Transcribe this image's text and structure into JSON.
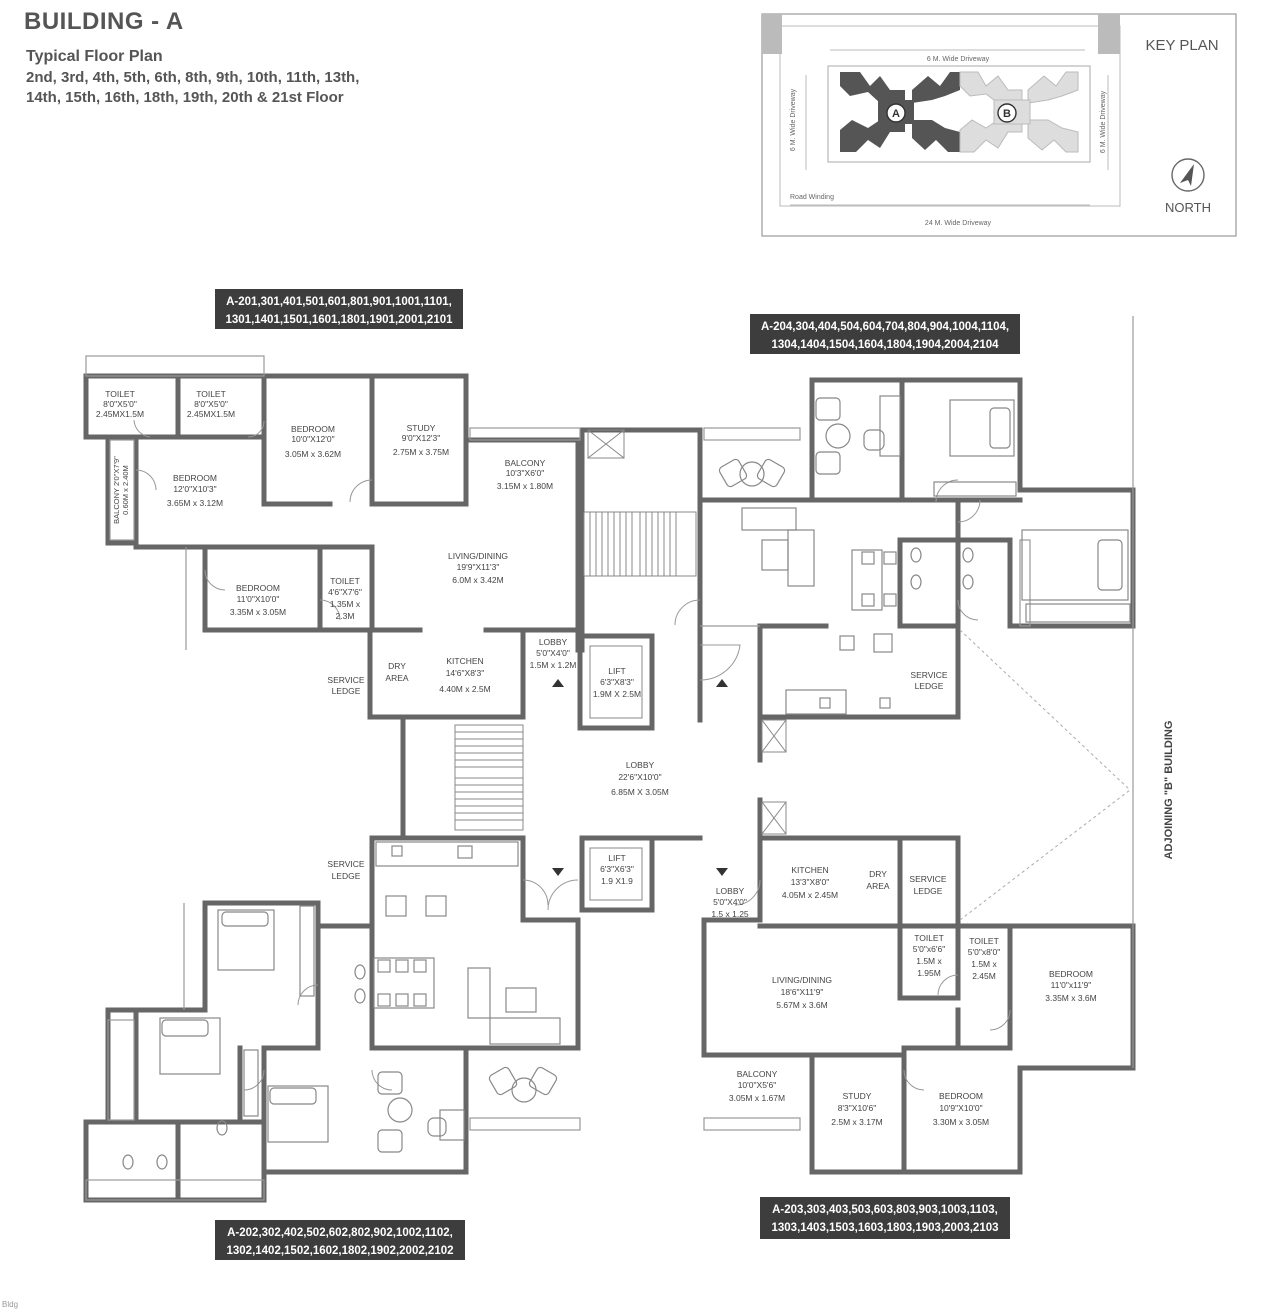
{
  "header": {
    "title": "BUILDING - A",
    "subtitle": "Typical Floor Plan",
    "floors_line1": "2nd, 3rd, 4th, 5th, 6th, 8th, 9th, 10th, 11th, 13th,",
    "floors_line2": "14th, 15th, 16th, 18th, 19th, 20th & 21st Floor"
  },
  "key_plan": {
    "title": "KEY PLAN",
    "north": "NORTH",
    "top_driveway": "6 M. Wide Driveway",
    "left_driveway": "6 M. Wide Driveway",
    "right_driveway": "6 M. Wide Driveway",
    "bottom_driveway": "24 M. Wide Driveway",
    "road": "Road Winding",
    "building_a": "A",
    "building_b": "B"
  },
  "unit_tags": {
    "u01_l1": "A-201,301,401,501,601,801,901,1001,1101,",
    "u01_l2": "1301,1401,1501,1601,1801,1901,2001,2101",
    "u04_l1": "A-204,304,404,504,604,704,804,904,1004,1104,",
    "u04_l2": "1304,1404,1504,1604,1804,1904,2004,2104",
    "u02_l1": "A-202,302,402,502,602,802,902,1002,1102,",
    "u02_l2": "1302,1402,1502,1602,1802,1902,2002,2102",
    "u03_l1": "A-203,303,403,503,603,803,903,1003,1103,",
    "u03_l2": "1303,1403,1503,1603,1803,1903,2003,2103"
  },
  "adjoining": "ADJOINING \"B\" BUILDING",
  "rooms": {
    "t1_name": "TOILET",
    "t1_ft": "8'0\"X5'0\"",
    "t1_m": "2.45MX1.5M",
    "t2_name": "TOILET",
    "t2_ft": "8'0\"X5'0\"",
    "t2_m": "2.45MX1.5M",
    "b1_name": "BEDROOM",
    "b1_ft": "10'0\"X12'0\"",
    "b1_m": "3.05M x 3.62M",
    "st1_name": "STUDY",
    "st1_ft": "9'0\"X12'3\"",
    "st1_m": "2.75M x 3.75M",
    "bal1_name": "BALCONY",
    "bal1_ft": "10'3\"X6'0\"",
    "bal1_m": "3.15M x 1.80M",
    "b2_name": "BEDROOM",
    "b2_ft": "12'0\"X10'3\"",
    "b2_m": "3.65M x 3.12M",
    "balv_name": "BALCONY 2'0\"X7'9\"",
    "balv_m": "0.60M x 2.40M",
    "ld1_name": "LIVING/DINING",
    "ld1_ft": "19'9\"X11'3\"",
    "ld1_m": "6.0M x 3.42M",
    "b3_name": "BEDROOM",
    "b3_ft": "11'0\"X10'0\"",
    "b3_m": "3.35M x 3.05M",
    "t3_name": "TOILET",
    "t3_ft": "4'6\"X7'6\"",
    "t3_m1": "1.35M x",
    "t3_m2": "2.3M",
    "sl1_name1": "SERVICE",
    "sl1_name2": "LEDGE",
    "dry1_name1": "DRY",
    "dry1_name2": "AREA",
    "k1_name": "KITCHEN",
    "k1_ft": "14'6\"X8'3\"",
    "k1_m": "4.40M x 2.5M",
    "lob1_name": "LOBBY",
    "lob1_ft": "5'0\"X4'0\"",
    "lob1_m": "1.5M x 1.2M",
    "lift1_name": "LIFT",
    "lift1_ft": "6'3\"X8'3\"",
    "lift1_m": "1.9M X 2.5M",
    "sl2_name1": "SERVICE",
    "sl2_name2": "LEDGE",
    "lobc_name": "LOBBY",
    "lobc_ft": "22'6\"X10'0\"",
    "lobc_m": "6.85M X 3.05M",
    "lift2_name": "LIFT",
    "lift2_ft": "6'3\"X6'3\"",
    "lift2_m": "1.9 X1.9",
    "sl3_name1": "SERVICE",
    "sl3_name2": "LEDGE",
    "lob2_name": "LOBBY",
    "lob2_ft": "5'0\"X4'0\"",
    "lob2_m": "1.5 x 1.25",
    "k2_name": "KITCHEN",
    "k2_ft": "13'3\"X8'0\"",
    "k2_m": "4.05M x 2.45M",
    "dry2_name1": "DRY",
    "dry2_name2": "AREA",
    "sl4_name1": "SERVICE",
    "sl4_name2": "LEDGE",
    "t4_name": "TOILET",
    "t4_ft": "5'0\"x6'6\"",
    "t4_m1": "1.5M x",
    "t4_m2": "1.95M",
    "t5_name": "TOILET",
    "t5_ft": "5'0\"x8'0\"",
    "t5_m1": "1.5M x",
    "t5_m2": "2.45M",
    "b4_name": "BEDROOM",
    "b4_ft": "11'0\"x11'9\"",
    "b4_m": "3.35M x 3.6M",
    "ld2_name": "LIVING/DINING",
    "ld2_ft": "18'6\"X11'9\"",
    "ld2_m": "5.67M x 3.6M",
    "bal2_name": "BALCONY",
    "bal2_ft": "10'0\"X5'6\"",
    "bal2_m": "3.05M x 1.67M",
    "st2_name": "STUDY",
    "st2_ft": "8'3\"X10'6\"",
    "st2_m": "2.5M x 3.17M",
    "b5_name": "BEDROOM",
    "b5_ft": "10'9\"X10'0\"",
    "b5_m": "3.30M x 3.05M"
  },
  "footer_mark": "Bldg"
}
